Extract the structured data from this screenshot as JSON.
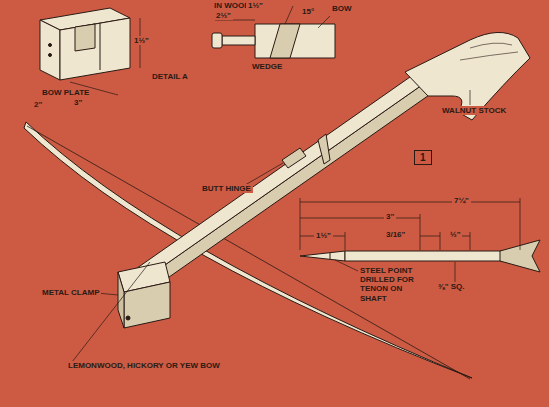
{
  "diagram": {
    "nodes": [
      {
        "text": [
          "1"
        ]
      }
    ],
    "labels": [
      "IN WOOD",
      "2½\"",
      "1½\"",
      "15°",
      "BOW",
      "WEDGE",
      "1½\"",
      "2\"",
      "3\"",
      "BOW PLATE",
      "DETAIL A",
      "BUTT HINGE",
      "WALNUT STOCK",
      "METAL CLAMP",
      "LEMONWOOD, HICKORY OR YEW BOW",
      "7¼\"",
      "3\"",
      "1½\"",
      "3/16\"",
      "½\"",
      "STEEL POINT DRILLED FOR TENON ON SHAFT",
      "⅜\" SQ."
    ]
  }
}
